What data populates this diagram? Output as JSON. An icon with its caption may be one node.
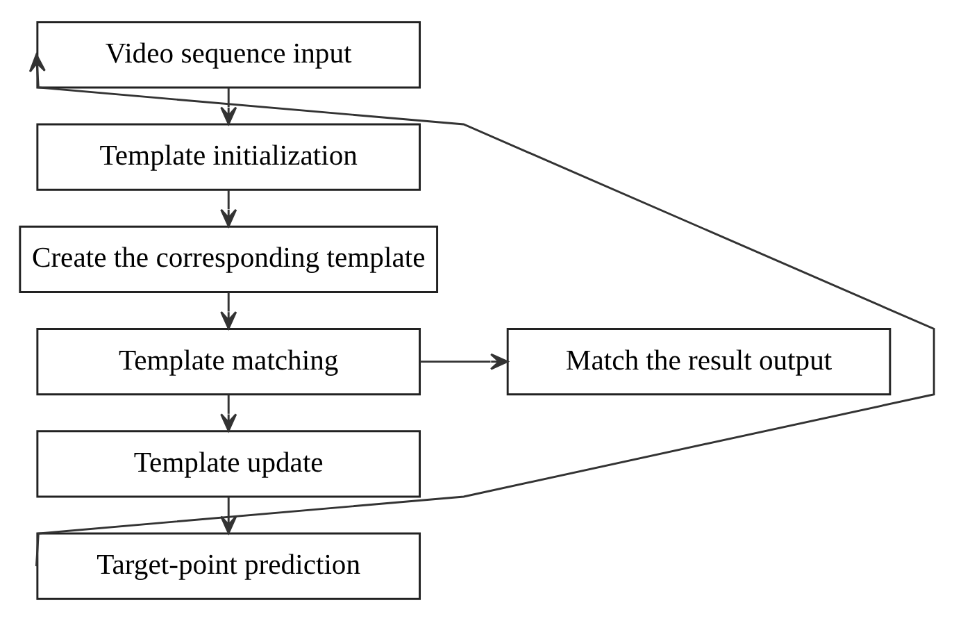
{
  "diagram": {
    "nodes": [
      {
        "text": [
          "Video sequence input"
        ]
      },
      {
        "text": [
          "Template initialization"
        ]
      },
      {
        "text": [
          "Create the corresponding template"
        ]
      },
      {
        "text": [
          "Template matching"
        ]
      },
      {
        "text": [
          "Match the result output"
        ]
      },
      {
        "text": [
          "Template update"
        ]
      },
      {
        "text": [
          "Target-point prediction"
        ]
      }
    ],
    "edges": [
      {
        "from": 0,
        "to": 1,
        "arrow": "to"
      },
      {
        "from": 1,
        "to": 2,
        "arrow": "to"
      },
      {
        "from": 2,
        "to": 3,
        "arrow": "to"
      },
      {
        "from": 3,
        "to": 4,
        "arrow": "to"
      },
      {
        "from": 3,
        "to": 5,
        "arrow": "to"
      },
      {
        "from": 5,
        "to": 6,
        "arrow": "to"
      },
      {
        "from": 6,
        "to": 0,
        "arrow": "to"
      }
    ]
  }
}
